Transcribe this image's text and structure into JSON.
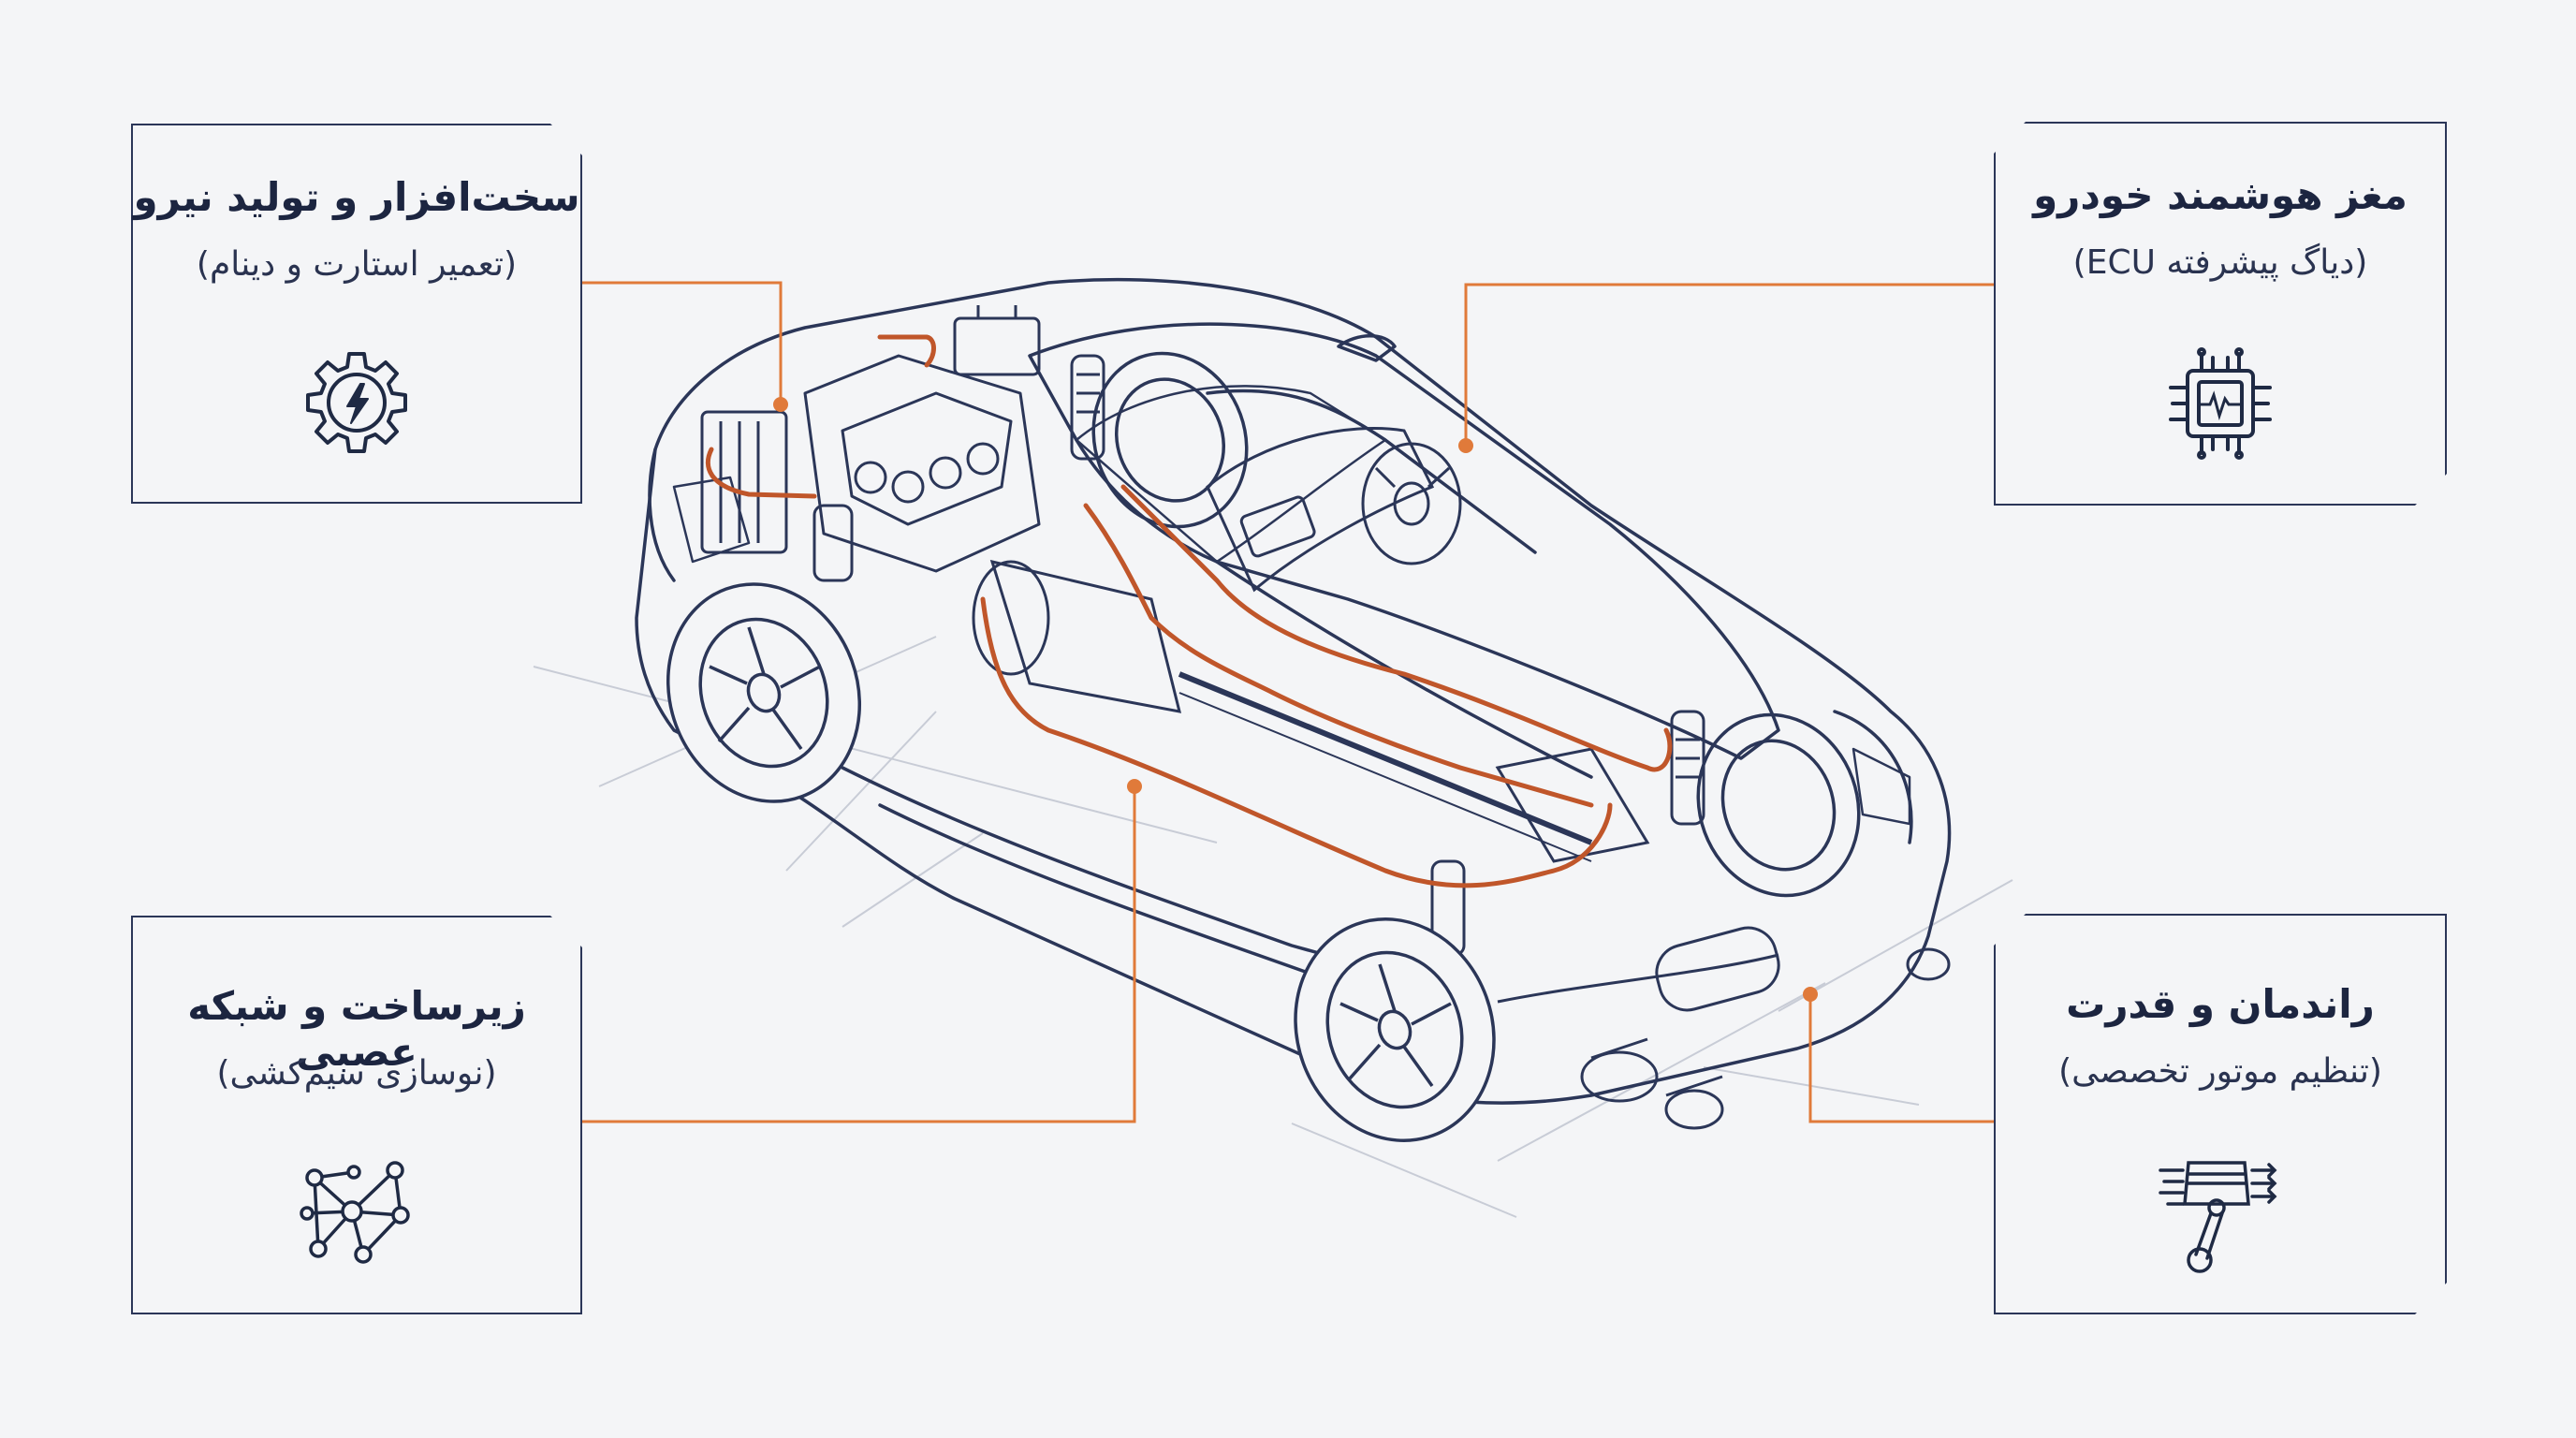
{
  "cards": {
    "hardware": {
      "title": "سخت‌افزار و تولید نیرو",
      "subtitle": "(تعمیر استارت و دینام)",
      "icon": "gear-lightning-icon"
    },
    "ecu": {
      "title": "مغز هوشمند خودرو",
      "subtitle": "(دیاگ پیشرفته ECU)",
      "icon": "chip-icon"
    },
    "wiring": {
      "title": "زیرساخت و شبکه عصبی",
      "subtitle": "(نوسازی سیم‌کشی)",
      "icon": "network-icon"
    },
    "performance": {
      "title": "راندمان و قدرت",
      "subtitle": "(تنظیم موتور تخصصی)",
      "icon": "piston-icon"
    }
  },
  "colors": {
    "line": "#2b3658",
    "accent": "#e07a3a",
    "wire": "#c0562a",
    "background": "#f4f5f7"
  }
}
